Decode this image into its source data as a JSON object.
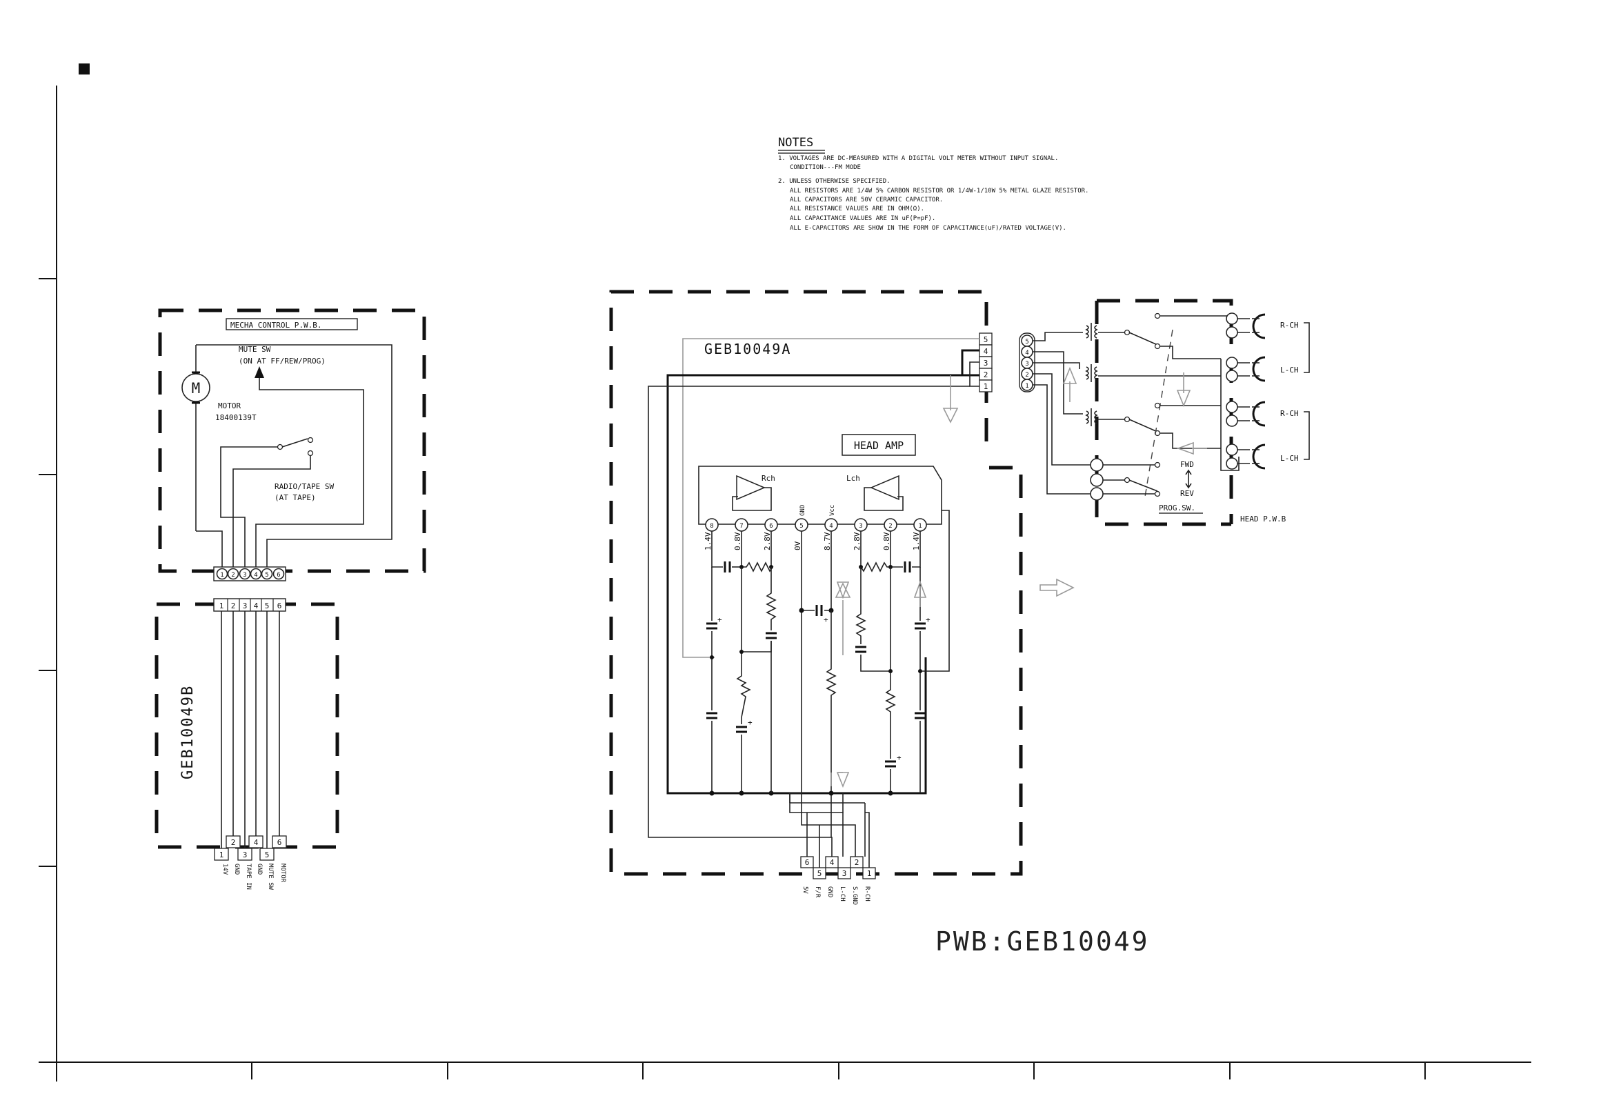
{
  "notes": {
    "title": "NOTES",
    "lines": [
      "1. VOLTAGES ARE DC-MEASURED WITH A DIGITAL VOLT METER WITHOUT INPUT SIGNAL.",
      "CONDITION---FM MODE",
      "2. UNLESS OTHERWISE SPECIFIED.",
      "ALL RESISTORS ARE 1/4W 5% CARBON RESISTOR OR 1/4W-1/10W 5% METAL GLAZE RESISTOR.",
      "ALL CAPACITORS ARE 50V CERAMIC CAPACITOR.",
      "ALL RESISTANCE VALUES ARE IN OHM(Ω).",
      "ALL CAPACITANCE VALUES ARE IN uF(P=pF).",
      "ALL E-CAPACITORS ARE SHOW IN THE FORM OF CAPACITANCE(uF)/RATED VOLTAGE(V)."
    ]
  },
  "mecha": {
    "board_label": "MECHA CONTROL P.W.B.",
    "mute_sw": "MUTE SW",
    "mute_sw_cond": "(ON AT FF/REW/PROG)",
    "motor_symbol": "M",
    "motor": "MOTOR",
    "motor_part": "18400139T",
    "radio_sw": "RADIO/TAPE SW",
    "radio_sw_cond": "(AT TAPE)",
    "pins": [
      "1",
      "2",
      "3",
      "4",
      "5",
      "6"
    ]
  },
  "geb_b": {
    "label": "GEB10049B",
    "pins": [
      "1",
      "2",
      "3",
      "4",
      "5",
      "6"
    ],
    "bottom_pins": [
      "1",
      "2",
      "3",
      "4",
      "5",
      "6"
    ],
    "signals": [
      "14V",
      "GND",
      "TAPE IN",
      "GND",
      "MUTE SW",
      "MOTOR"
    ]
  },
  "geb_a": {
    "label": "GEB10049A",
    "connector_pins": [
      "5",
      "4",
      "3",
      "2",
      "1"
    ],
    "head_amp": "HEAD AMP",
    "rch": "Rch",
    "lch": "Lch",
    "ic_pins": [
      "8",
      "7",
      "6",
      "5",
      "4",
      "3",
      "2",
      "1"
    ],
    "ic_pin_names": [
      "",
      "",
      "",
      "GND",
      "Vcc",
      "",
      "",
      ""
    ],
    "voltages": [
      "1.4V",
      "0.8V",
      "2.8V",
      "0V",
      "8.7V",
      "2.8V",
      "0.8V",
      "1.4V"
    ],
    "bottom_pins": [
      "6",
      "5",
      "4",
      "3",
      "2",
      "1"
    ],
    "bottom_signals": [
      "5V",
      "F/R",
      "GND",
      "L-CH",
      "S.GND",
      "R-CH"
    ]
  },
  "head": {
    "board_label": "HEAD P.W.B",
    "prog_sw": "PROG.SW.",
    "connector_pins": [
      "5",
      "4",
      "3",
      "2",
      "1"
    ],
    "channels": [
      "R-CH",
      "L-CH",
      "R-CH",
      "L-CH"
    ],
    "fwd": "FWD",
    "rev": "REV"
  },
  "pwb": "PWB:GEB10049"
}
